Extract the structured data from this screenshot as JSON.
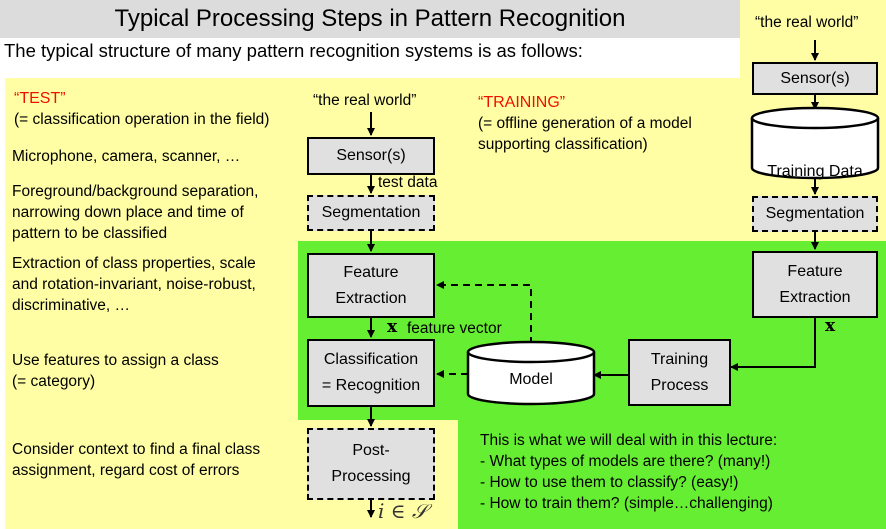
{
  "title": "Typical Processing Steps in Pattern Recognition",
  "subtitle": "The typical structure of many pattern recognition systems is as follows:",
  "real_world_top": "“the real world”",
  "test": {
    "heading": "“TEST”",
    "description": "(= classification operation in the field)",
    "real_world": "“the real world”",
    "notes": {
      "sensor": "Microphone, camera, scanner, …",
      "segmentation": "Foreground/background separation,\nnarrowing down place and time of\npattern to be classified",
      "feature": "Extraction of class properties, scale\nand rotation-invariant, noise-robust,\ndiscriminative, …",
      "classification": "Use features to assign a class\n(= category)",
      "post": "Consider context to find a final class\nassignment, regard cost of errors"
    },
    "boxes": {
      "sensor": "Sensor(s)",
      "segmentation": "Segmentation",
      "feature": "Feature\nExtraction",
      "classification": "Classification\n= Recognition",
      "post": "Post-\nProcessing"
    },
    "test_data_label": "test data",
    "feature_vector_symbol": "x",
    "feature_vector_label": "feature vector",
    "output_label": "i ∈ 𝒮"
  },
  "training": {
    "heading": "“TRAINING”",
    "description": "(= offline generation of a model\nsupporting classification)",
    "boxes": {
      "sensor": "Sensor(s)",
      "data": "Training Data",
      "segmentation": "Segmentation",
      "feature": "Feature\nExtraction",
      "process": "Training\nProcess"
    },
    "x_symbol": "x"
  },
  "model_label": "Model",
  "lecture": {
    "intro": "This is what we will deal with in this lecture:",
    "items": [
      "- What types of models are there? (many!)",
      "- How to use them to classify? (easy!)",
      "- How to train them? (simple…challenging)"
    ]
  }
}
